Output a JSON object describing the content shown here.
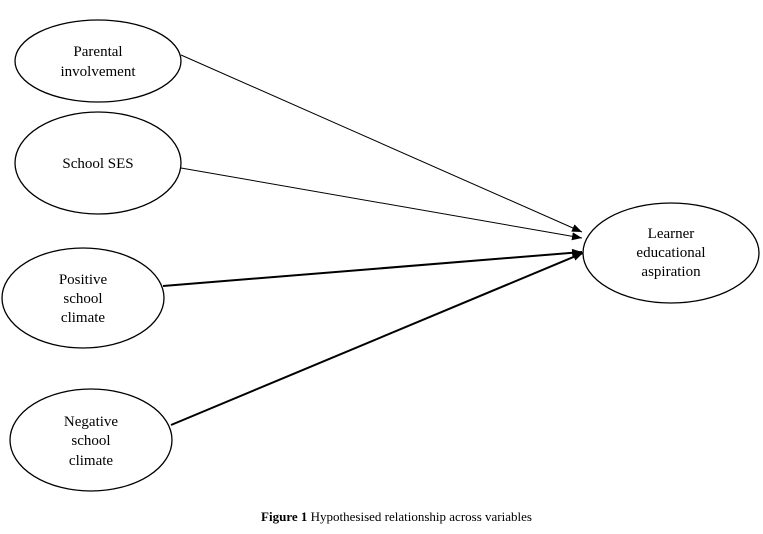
{
  "diagram": {
    "nodes": {
      "parental": {
        "lines": [
          "Parental",
          "involvement"
        ]
      },
      "ses": {
        "lines": [
          "School SES"
        ]
      },
      "positive": {
        "lines": [
          "Positive",
          "school",
          "climate"
        ]
      },
      "negative": {
        "lines": [
          "Negative",
          "school",
          "climate"
        ]
      },
      "aspiration": {
        "lines": [
          "Learner",
          "educational",
          "aspiration"
        ]
      }
    }
  },
  "caption": {
    "label": "Figure 1",
    "text": " Hypothesised relationship across variables"
  }
}
